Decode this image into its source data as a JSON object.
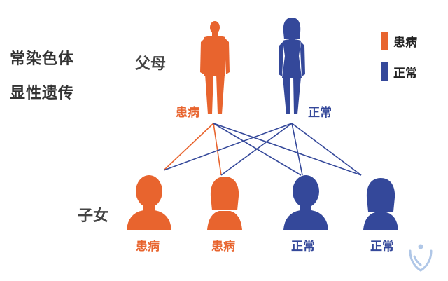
{
  "title": {
    "line1": "常染色体",
    "line2": "显性遗传"
  },
  "generations": {
    "parents": "父母",
    "children": "子女"
  },
  "colors": {
    "affected": "#E8642E",
    "normal": "#34489A",
    "logo": "#8FB0DE"
  },
  "legend": [
    {
      "label": "患病",
      "status": "affected"
    },
    {
      "label": "正常",
      "status": "normal"
    }
  ],
  "parents": [
    {
      "figure": "male-body-icon",
      "label": "患病",
      "status": "affected"
    },
    {
      "figure": "female-body-icon",
      "label": "正常",
      "status": "normal"
    }
  ],
  "children": [
    {
      "figure": "male-head-icon",
      "label": "患病",
      "status": "affected"
    },
    {
      "figure": "female-head-icon",
      "label": "患病",
      "status": "affected"
    },
    {
      "figure": "male-head-icon",
      "label": "正常",
      "status": "normal"
    },
    {
      "figure": "female-head-icon",
      "label": "正常",
      "status": "normal"
    }
  ],
  "logo": "heart-logo-icon"
}
